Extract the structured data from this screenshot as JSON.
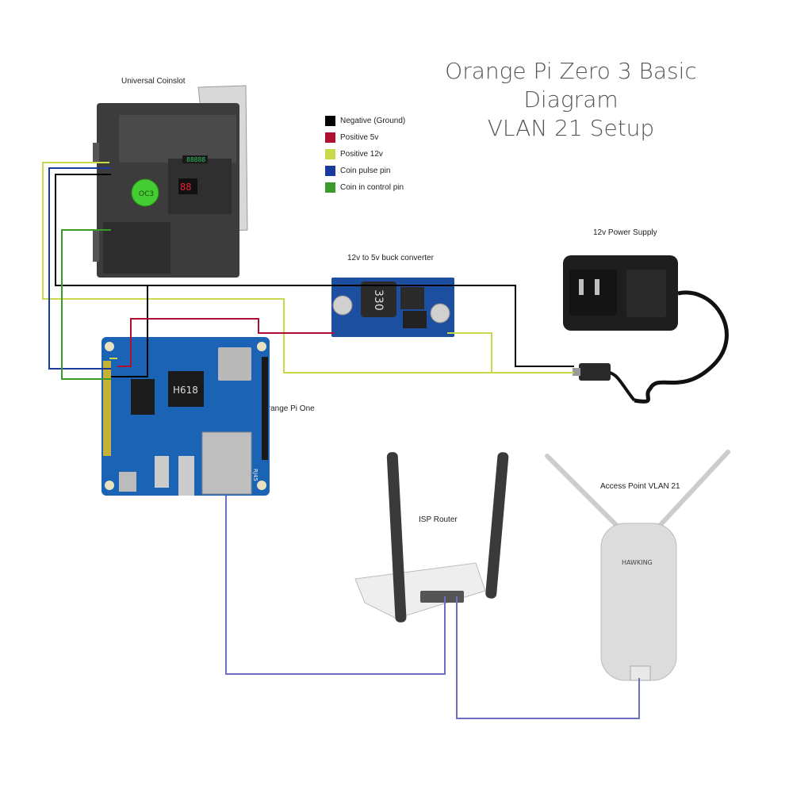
{
  "title": {
    "line1": "Orange Pi Zero 3 Basic Diagram",
    "line2": "VLAN 21 Setup"
  },
  "legend": [
    {
      "label": "Negative (Ground)",
      "color": "#000000"
    },
    {
      "label": "Positive 5v",
      "color": "#b01030"
    },
    {
      "label": "Positive 12v",
      "color": "#c8d84a"
    },
    {
      "label": "Coin pulse pin",
      "color": "#1a3aa0"
    },
    {
      "label": "Coin in control pin",
      "color": "#3a9a2a"
    }
  ],
  "devices": {
    "coinslot": {
      "label": "Universal Coinslot",
      "badge": "OC3",
      "display": "88"
    },
    "buck": {
      "label": "12v to 5v buck converter",
      "coil": "330"
    },
    "power": {
      "label": "12v Power Supply"
    },
    "board": {
      "label": "Orange Pi One",
      "chip": "H618",
      "port": "RJ45"
    },
    "router": {
      "label": "ISP Router"
    },
    "ap": {
      "label": "Access Point VLAN 21",
      "brand": "HAWKING"
    }
  },
  "colors": {
    "ground": "#000000",
    "v5": "#b01030",
    "v12": "#c8d84a",
    "pulse": "#1a3aa0",
    "control": "#3a9a2a",
    "ethernet": "#6a72c0"
  }
}
